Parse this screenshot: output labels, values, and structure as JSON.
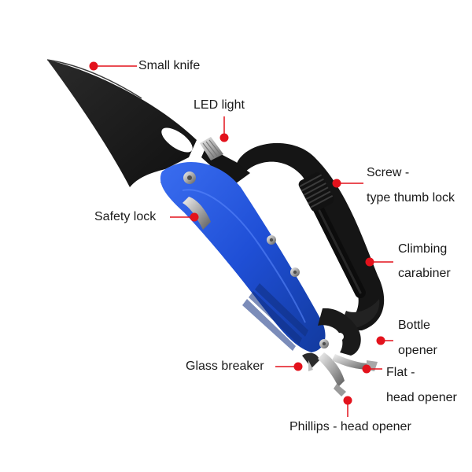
{
  "accent_color": "#e3121c",
  "tool_colors": {
    "handle": "#1f4fd6",
    "blade": "#1b1b1b",
    "carabiner": "#151515"
  },
  "labels": {
    "small_knife": "Small knife",
    "led_light": "LED light",
    "screw_lock_1": "Screw -",
    "screw_lock_2": "type thumb lock",
    "safety_lock": "Safety lock",
    "climbing_carabiner_1": "Climbing",
    "climbing_carabiner_2": "carabiner",
    "bottle_opener_1": "Bottle",
    "bottle_opener_2": "opener",
    "glass_breaker": "Glass breaker",
    "flat_head_1": "Flat -",
    "flat_head_2": "head opener",
    "phillips_head": "Phillips - head opener"
  }
}
